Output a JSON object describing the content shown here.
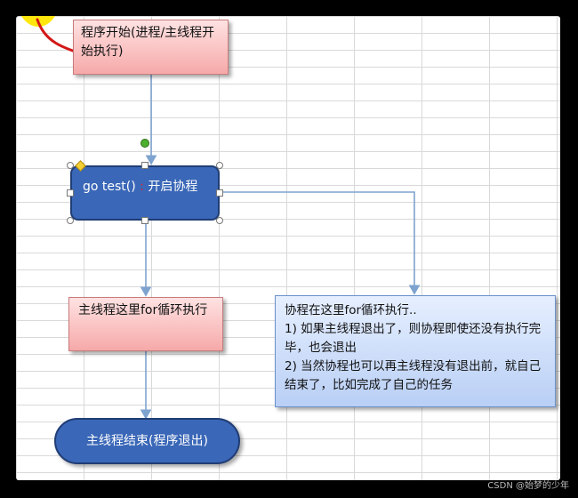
{
  "nodes": {
    "start": "程序开始(进程/主线程开始执行)",
    "go_prefix": "go test()",
    "go_separator": ":",
    "go_suffix": "开启协程",
    "main_loop": "主线程这里for循环执行",
    "goroutine_title": "协程在这里for循环执行..",
    "goroutine_line1": "1) 如果主线程退出了，则协程即使还没有执行完毕，也会退出",
    "goroutine_line2": "2) 当然协程也可以再主线程没有退出前，就自己结束了，比如完成了自己的任务",
    "end": "主线程结束(程序退出)"
  },
  "watermark": "CSDN @始梦的少年",
  "colors": {
    "page_background": "#000000",
    "process_fill": "#3a67b7",
    "start_fill": "#f6a9a9",
    "note_fill": "#b9cff5",
    "arrow": "#7ea3cf",
    "highlight": "#e52020",
    "annotation_yellow": "#ffe600"
  }
}
